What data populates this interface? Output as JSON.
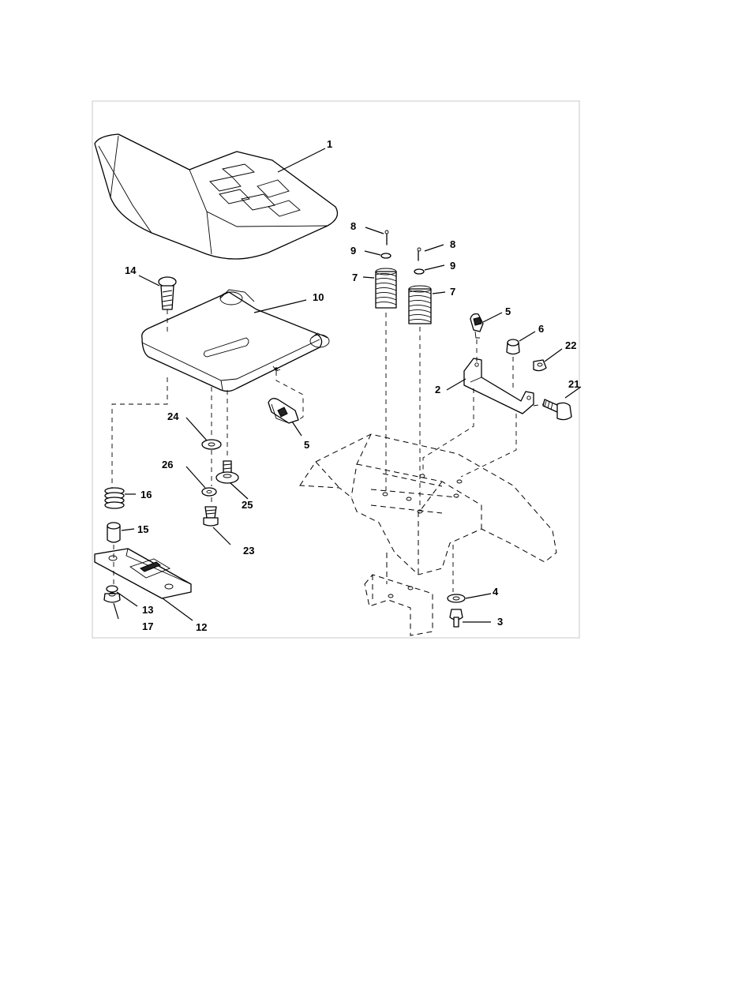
{
  "callouts": [
    {
      "id": "c1",
      "text": "1"
    },
    {
      "id": "c2",
      "text": "2"
    },
    {
      "id": "c3",
      "text": "3"
    },
    {
      "id": "c4",
      "text": "4"
    },
    {
      "id": "c5a",
      "text": "5"
    },
    {
      "id": "c5b",
      "text": "5"
    },
    {
      "id": "c6",
      "text": "6"
    },
    {
      "id": "c7a",
      "text": "7"
    },
    {
      "id": "c7b",
      "text": "7"
    },
    {
      "id": "c8a",
      "text": "8"
    },
    {
      "id": "c8b",
      "text": "8"
    },
    {
      "id": "c9a",
      "text": "9"
    },
    {
      "id": "c9b",
      "text": "9"
    },
    {
      "id": "c10",
      "text": "10"
    },
    {
      "id": "c12",
      "text": "12"
    },
    {
      "id": "c13",
      "text": "13"
    },
    {
      "id": "c14",
      "text": "14"
    },
    {
      "id": "c15",
      "text": "15"
    },
    {
      "id": "c16",
      "text": "16"
    },
    {
      "id": "c17",
      "text": "17"
    },
    {
      "id": "c21",
      "text": "21"
    },
    {
      "id": "c22",
      "text": "22"
    },
    {
      "id": "c23",
      "text": "23"
    },
    {
      "id": "c24",
      "text": "24"
    },
    {
      "id": "c25",
      "text": "25"
    },
    {
      "id": "c26",
      "text": "26"
    }
  ]
}
